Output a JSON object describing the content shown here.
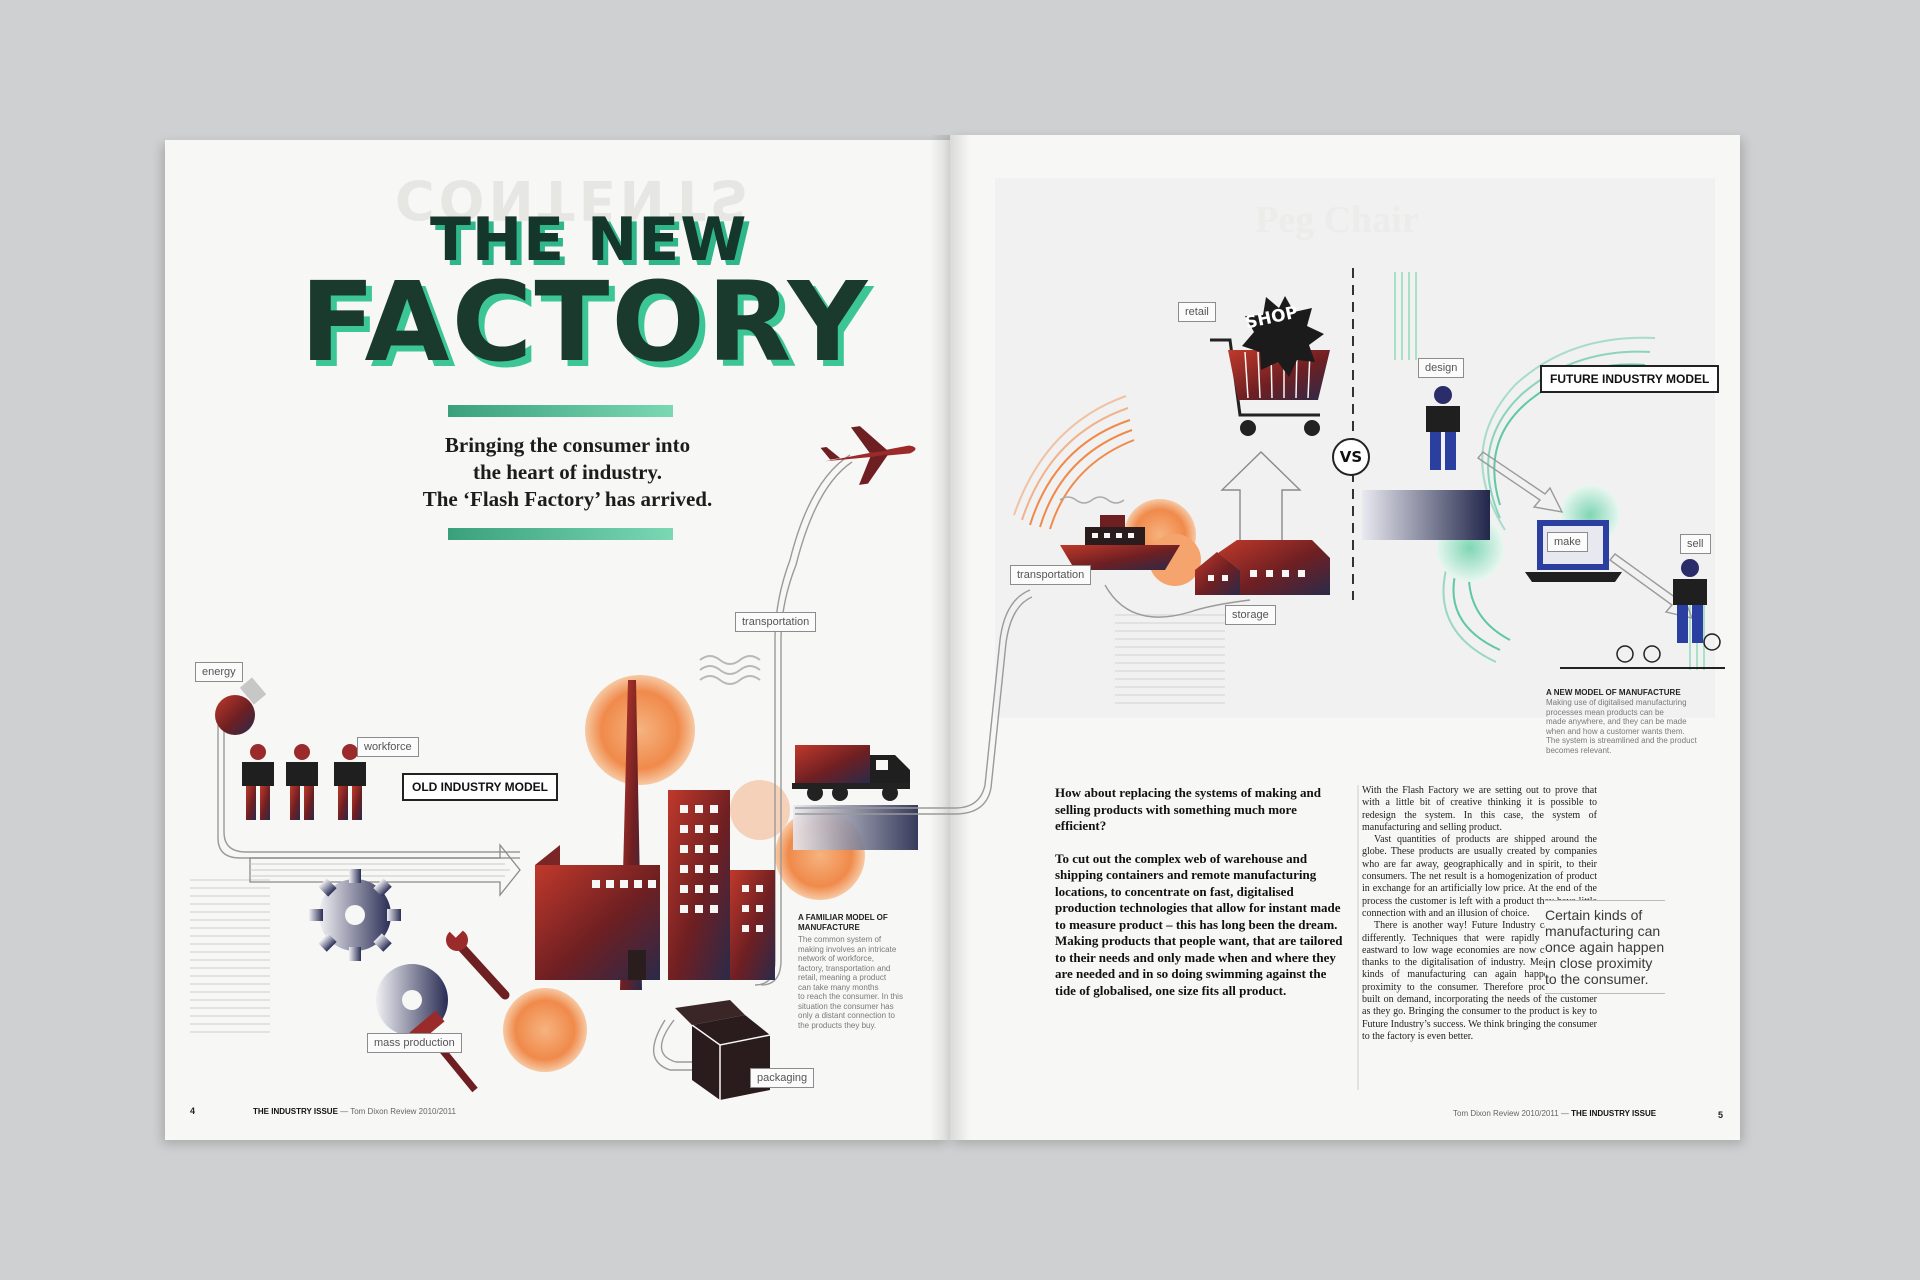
{
  "left_page": {
    "ghost_heading": "CONTENTS",
    "title_line1": "THE NEW",
    "title_line2": "FACTORY",
    "subtitle_lines": [
      "Bringing the consumer into",
      "the heart of industry.",
      "The ‘Flash Factory’ has arrived."
    ],
    "labels": {
      "energy": "energy",
      "workforce": "workforce",
      "transportation": "transportation",
      "mass_production": "mass production",
      "packaging": "packaging"
    },
    "model_label": "OLD INDUSTRY MODEL",
    "caption": {
      "heading": "A FAMILIAR MODEL OF MANUFACTURE",
      "lines": [
        "The common system of",
        "making involves an intricate",
        "network of workforce,",
        "factory, transportation and",
        "retail, meaning a product",
        "can take many months",
        "to reach the consumer. In this",
        "situation the consumer has",
        "only a distant connection to",
        "the products they buy."
      ]
    },
    "footer": {
      "page_number": "4",
      "issue": "THE INDUSTRY ISSUE",
      "publication": "— Tom Dixon Review 2010/2011"
    }
  },
  "right_page": {
    "ghost_heading": "Peg Chair",
    "labels": {
      "retail": "retail",
      "shop": "SHOP",
      "transportation": "transportation",
      "storage": "storage",
      "design": "design",
      "make": "make",
      "sell": "sell"
    },
    "vs": "VS",
    "model_label": "FUTURE INDUSTRY MODEL",
    "caption": {
      "heading": "A NEW MODEL OF MANUFACTURE",
      "lines": [
        "Making use of digitalised manufacturing",
        "processes mean products can be",
        "made anywhere, and they can be made",
        "when and how a customer wants them.",
        "The system is streamlined and the product",
        "becomes relevant."
      ]
    },
    "intro_paragraphs": [
      "How about replacing the systems of making and selling products with something much more efficient?",
      "To cut out the complex web of warehouse and shipping containers and remote manufacturing locations, to concentrate on fast, digitalised production technologies that allow for instant made to measure product – this has long been the dream. Making products that people want, that are tailored to their needs and only made when and where they are needed and in so doing swimming against the tide of globalised, one size fits all product."
    ],
    "body_paragraphs": [
      "With the Flash Factory we are setting out to prove that with a little bit of creative thinking it is possible to redesign the system. In this case, the system of manufacturing and selling product.",
      "Vast quantities of products are shipped around the globe. These products are usually created by companies who are far away, geographically and in spirit, to their consumers. The net result is a homogenization of product in exchange for an artificially low price. At the end of the process the customer is left with a product they have little connection with and an illusion of choice.",
      "There is another way! Future Industry can do things differently. Techniques that were rapidly disappearing eastward to low wage economies are now creeping back thanks to the digitalisation of industry. Meaning certain kinds of manufacturing can again happen in close proximity to the consumer. Therefore products can be built on demand, incorporating the needs of the customer as they go. Bringing the consumer to the product is key to Future Industry’s success. We think bringing the consumer to the factory is even better."
    ],
    "pull_quote": "Certain kinds of manufacturing can once again happen in close proximity to the consumer.",
    "footer": {
      "publication": "Tom Dixon Review 2010/2011 —",
      "issue": "THE INDUSTRY ISSUE",
      "page_number": "5"
    }
  },
  "colors": {
    "title_dark": "#15362b",
    "title_shadow": "#3cc596",
    "accent_orange": "#f08a4b",
    "maroon": "#6e1f22",
    "navy": "#22264a",
    "mint": "#5fc8a4"
  }
}
